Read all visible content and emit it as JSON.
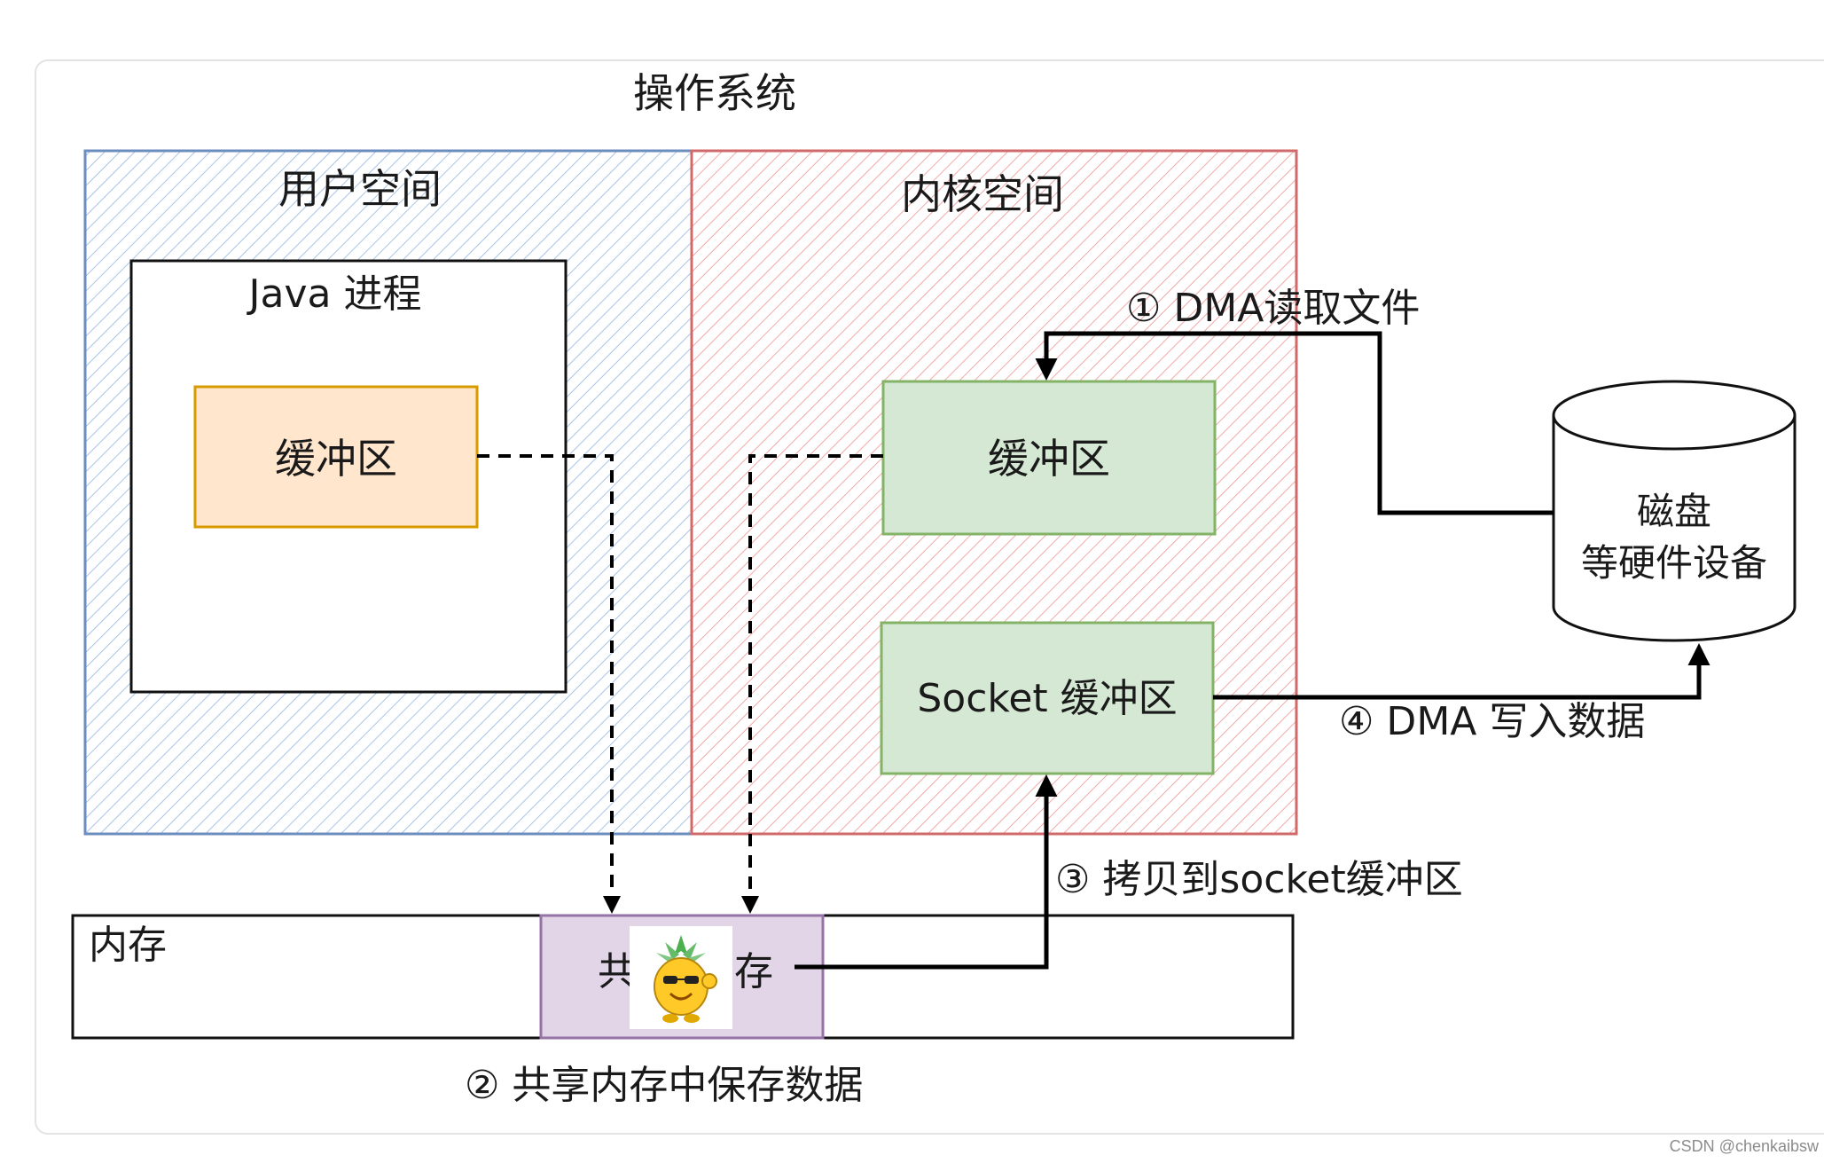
{
  "os_label": "操作系统",
  "user_space": {
    "title": "用户空间",
    "process_title": "Java 进程",
    "buffer_label": "缓冲区"
  },
  "kernel_space": {
    "title": "内核空间",
    "buffer_label": "缓冲区",
    "socket_buffer_label": "Socket 缓冲区"
  },
  "disk": {
    "line1": "磁盘",
    "line2": "等硬件设备"
  },
  "memory": {
    "title": "内存",
    "shared_left": "共",
    "shared_right": "存"
  },
  "steps": {
    "step1": "① DMA读取文件",
    "step2": "② 共享内存中保存数据",
    "step3": "③ 拷贝到socket缓冲区",
    "step4": "④ DMA 写入数据"
  },
  "watermark": "CSDN @chenkaibsw",
  "colors": {
    "user_space_stroke": "#6c8ebf",
    "kernel_space_stroke": "#d06a6a",
    "user_buffer_fill": "#ffe6cc",
    "user_buffer_stroke": "#d79b00",
    "kernel_buffer_fill": "#d5e8d4",
    "kernel_buffer_stroke": "#82b366",
    "shared_memory_fill": "#e1d5e7",
    "shared_memory_stroke": "#9673a6"
  }
}
